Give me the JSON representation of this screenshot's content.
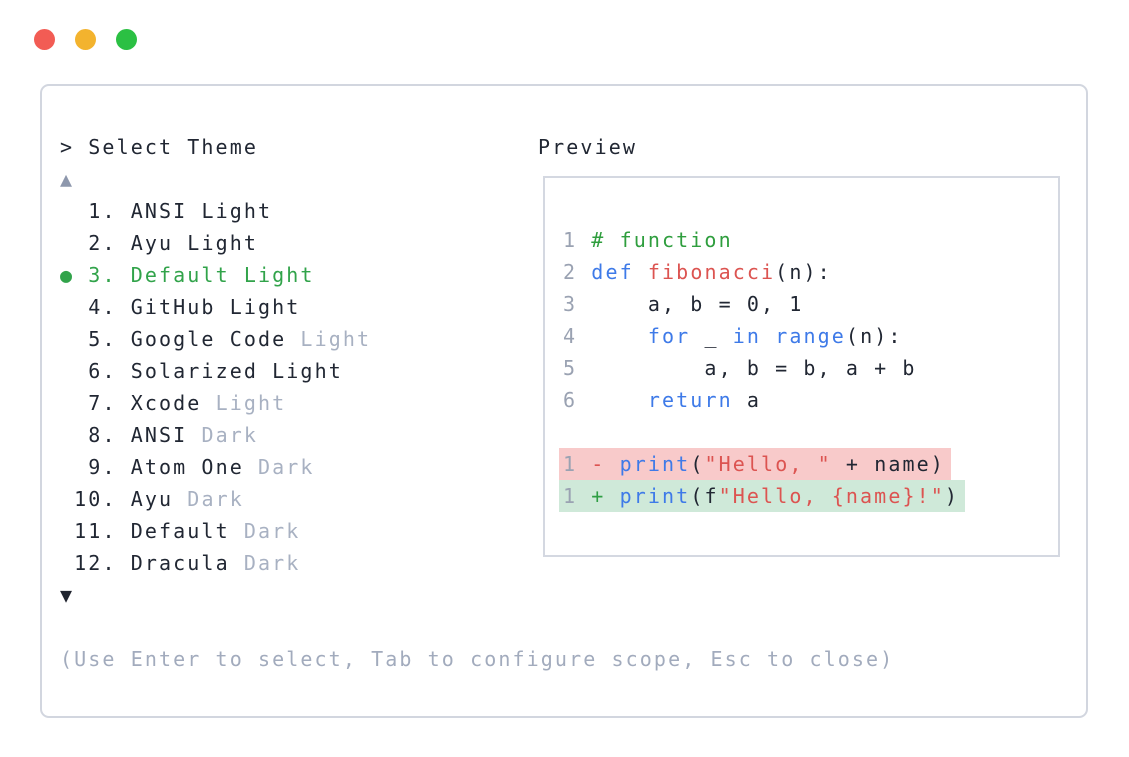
{
  "window": {
    "controls": [
      {
        "name": "close",
        "color": "#f25c54"
      },
      {
        "name": "minimize",
        "color": "#f3b32e"
      },
      {
        "name": "zoom",
        "color": "#2bc043"
      }
    ]
  },
  "colors": {
    "text": "#212733",
    "muted": "#a8b1c2",
    "selected_green": "#31a34a",
    "keyword_blue": "#3e7ae8",
    "function_red": "#dc5451",
    "string_red": "#dc5451",
    "comment_green": "#2f9e3e",
    "line_number_gray": "#9aa2b2",
    "removed_bg": "#f8caca",
    "added_bg": "#cfe9d9",
    "removed_sign": "#dc5451",
    "added_sign": "#2f9e44",
    "scroll_up": "#8d97ac",
    "scroll_down": "#20242f",
    "hint_gray": "#a2abbd"
  },
  "selector": {
    "prompt": "> Select Theme",
    "scroll_up_indicator": "▲",
    "scroll_down_indicator": "▼",
    "selected_marker": "●",
    "items": [
      {
        "number": "1",
        "name": "ANSI",
        "variant": "Light",
        "variant_muted": false,
        "selected": false
      },
      {
        "number": "2",
        "name": "Ayu",
        "variant": "Light",
        "variant_muted": false,
        "selected": false
      },
      {
        "number": "3",
        "name": "Default",
        "variant": "Light",
        "variant_muted": false,
        "selected": true
      },
      {
        "number": "4",
        "name": "GitHub",
        "variant": "Light",
        "variant_muted": false,
        "selected": false
      },
      {
        "number": "5",
        "name": "Google Code",
        "variant": "Light",
        "variant_muted": true,
        "selected": false
      },
      {
        "number": "6",
        "name": "Solarized",
        "variant": "Light",
        "variant_muted": false,
        "selected": false
      },
      {
        "number": "7",
        "name": "Xcode",
        "variant": "Light",
        "variant_muted": true,
        "selected": false
      },
      {
        "number": "8",
        "name": "ANSI",
        "variant": "Dark",
        "variant_muted": true,
        "selected": false
      },
      {
        "number": "9",
        "name": "Atom One",
        "variant": "Dark",
        "variant_muted": true,
        "selected": false
      },
      {
        "number": "10",
        "name": "Ayu",
        "variant": "Dark",
        "variant_muted": true,
        "selected": false
      },
      {
        "number": "11",
        "name": "Default",
        "variant": "Dark",
        "variant_muted": true,
        "selected": false
      },
      {
        "number": "12",
        "name": "Dracula",
        "variant": "Dark",
        "variant_muted": true,
        "selected": false
      }
    ],
    "footer_hint": "(Use Enter to select, Tab to configure scope, Esc to close)"
  },
  "preview": {
    "label": "Preview",
    "lines": [
      {
        "num": "1",
        "segments": [
          {
            "t": "# function",
            "c": "comment_green"
          }
        ]
      },
      {
        "num": "2",
        "segments": [
          {
            "t": "def",
            "c": "keyword_blue"
          },
          {
            "t": " "
          },
          {
            "t": "fibonacci",
            "c": "function_red"
          },
          {
            "t": "(n):"
          }
        ]
      },
      {
        "num": "3",
        "segments": [
          {
            "t": "    a, b = 0, 1"
          }
        ]
      },
      {
        "num": "4",
        "segments": [
          {
            "t": "    "
          },
          {
            "t": "for",
            "c": "keyword_blue"
          },
          {
            "t": " _ "
          },
          {
            "t": "in",
            "c": "keyword_blue"
          },
          {
            "t": " "
          },
          {
            "t": "range",
            "c": "keyword_blue"
          },
          {
            "t": "(n):"
          }
        ]
      },
      {
        "num": "5",
        "segments": [
          {
            "t": "        a, b = b, a + b"
          }
        ]
      },
      {
        "num": "6",
        "segments": [
          {
            "t": "    "
          },
          {
            "t": "return",
            "c": "keyword_blue"
          },
          {
            "t": " a"
          }
        ]
      },
      {
        "blank": true
      },
      {
        "num": "1",
        "highlight": "removed",
        "segments": [
          {
            "t": "-",
            "c": "removed_sign"
          },
          {
            "t": " "
          },
          {
            "t": "print",
            "c": "keyword_blue"
          },
          {
            "t": "("
          },
          {
            "t": "\"Hello, \"",
            "c": "string_red"
          },
          {
            "t": " + name)"
          }
        ]
      },
      {
        "num": "1",
        "highlight": "added",
        "segments": [
          {
            "t": "+",
            "c": "added_sign"
          },
          {
            "t": " "
          },
          {
            "t": "print",
            "c": "keyword_blue"
          },
          {
            "t": "(f"
          },
          {
            "t": "\"Hello, {name}!\"",
            "c": "string_red"
          },
          {
            "t": ")"
          }
        ]
      }
    ]
  }
}
